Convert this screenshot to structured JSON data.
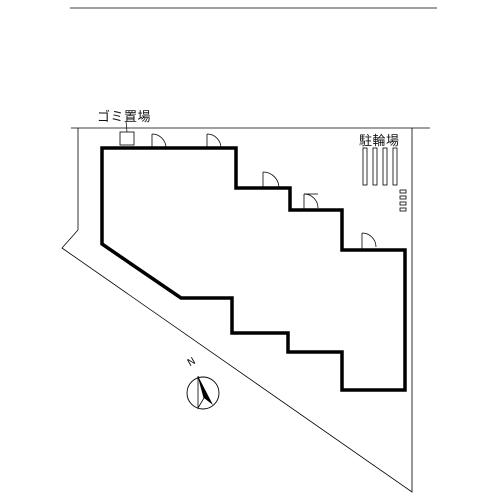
{
  "labels": {
    "garbage_area": "ゴミ置場",
    "bicycle_parking": "駐輪場",
    "north": "N"
  },
  "icons": {
    "compass": "north-arrow-icon",
    "door": "door-swing-icon"
  },
  "colors": {
    "line": "#000000",
    "background": "#ffffff"
  }
}
